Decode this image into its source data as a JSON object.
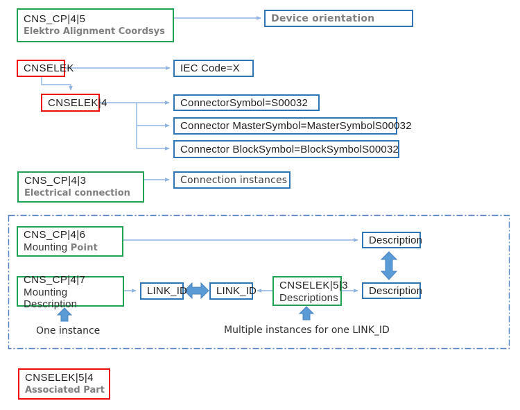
{
  "diagram": {
    "boxes": {
      "cns_cp_4_5": {
        "code": "CNS_CP|4|5",
        "label": "Elektro Alignment Coordsys"
      },
      "device_orientation": {
        "label": "Device orientation"
      },
      "cnselek": {
        "code": "CNSELEK"
      },
      "iec_code": {
        "label": "IEC Code=X"
      },
      "cnselek_4": {
        "code": "CNSELEK|4"
      },
      "connector_symbol": {
        "label": "ConnectorSymbol=S00032"
      },
      "connector_master_symbol": {
        "label": "Connector MasterSymbol=MasterSymbolS00032"
      },
      "connector_block_symbol": {
        "label": "Connector BlockSymbol=BlockSymbolS00032"
      },
      "cns_cp_4_3": {
        "code": "CNS_CP|4|3",
        "label": "Electrical connection"
      },
      "connection_instances": {
        "label": "Connection instances"
      },
      "cns_cp_4_6": {
        "code": "CNS_CP|4|6",
        "label_plain": "Mounting",
        "label_bold": "Point"
      },
      "description_top": {
        "label": "Description"
      },
      "cns_cp_4_7": {
        "code": "CNS_CP|4|7",
        "label": "Mounting Description"
      },
      "link_id_left": {
        "label": "LINK_ID"
      },
      "link_id_right": {
        "label": "LINK_ID"
      },
      "cnselek_5_3": {
        "code": "CNSELEK|5|3",
        "label": "Descriptions"
      },
      "description_bottom": {
        "label": "Description"
      },
      "cnselek_5_4": {
        "code": "CNSELEK|5|4",
        "label": "Associated Part"
      }
    },
    "captions": {
      "one_instance": "One instance",
      "multiple_instances": "Multiple instances for one LINK_ID"
    },
    "colors": {
      "green_border": "#1fa251",
      "red_border": "#f00a0a",
      "blue_border": "#2e75b6",
      "connector_line": "#8fb4e0",
      "thick_arrow_fill": "#5b9bd5",
      "dashed_container_border": "#4d7ebf",
      "gray_label_text": "#7f7f7f",
      "dark_text": "#1f1f1f"
    }
  }
}
